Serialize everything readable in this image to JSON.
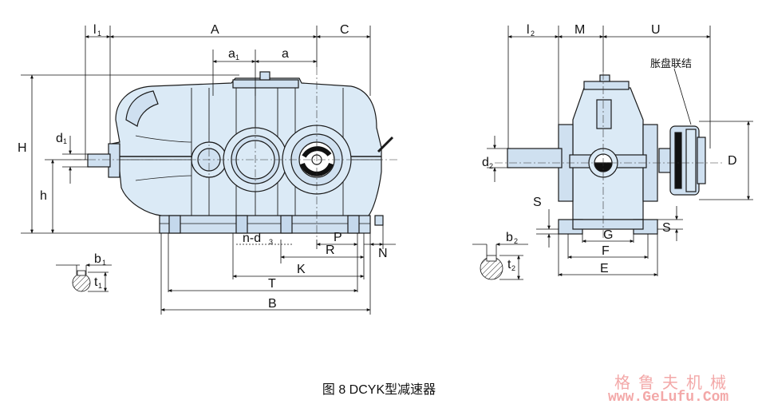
{
  "caption": "图 8 DCYK型减速器",
  "watermark": {
    "line1": "格鲁夫机械",
    "line2": "www.GeLufu.Com"
  },
  "left_view": {
    "labels": {
      "l1": "l",
      "l1_sub": "1",
      "A": "A",
      "C": "C",
      "a1": "a",
      "a1_sub": "1",
      "a": "a",
      "H": "H",
      "h": "h",
      "d1": "d",
      "d1_sub": "1",
      "nd3": "n-d",
      "nd3_sub": "3",
      "P": "P",
      "R": "R",
      "N": "N",
      "K": "K",
      "T": "T",
      "B": "B",
      "b1": "b",
      "b1_sub": "1",
      "t1": "t",
      "t1_sub": "1"
    }
  },
  "right_view": {
    "labels": {
      "l2": "l",
      "l2_sub": "2",
      "M": "M",
      "U": "U",
      "coupling": "胀盘联结",
      "d2": "d",
      "d2_sub": "2",
      "D": "D",
      "S_left": "S",
      "S_right": "S",
      "G": "G",
      "F": "F",
      "E": "E",
      "b2": "b",
      "b2_sub": "2",
      "t2": "t",
      "t2_sub": "2"
    }
  },
  "colors": {
    "body_fill": "#dbeaf6",
    "line": "#1a1a1a"
  }
}
